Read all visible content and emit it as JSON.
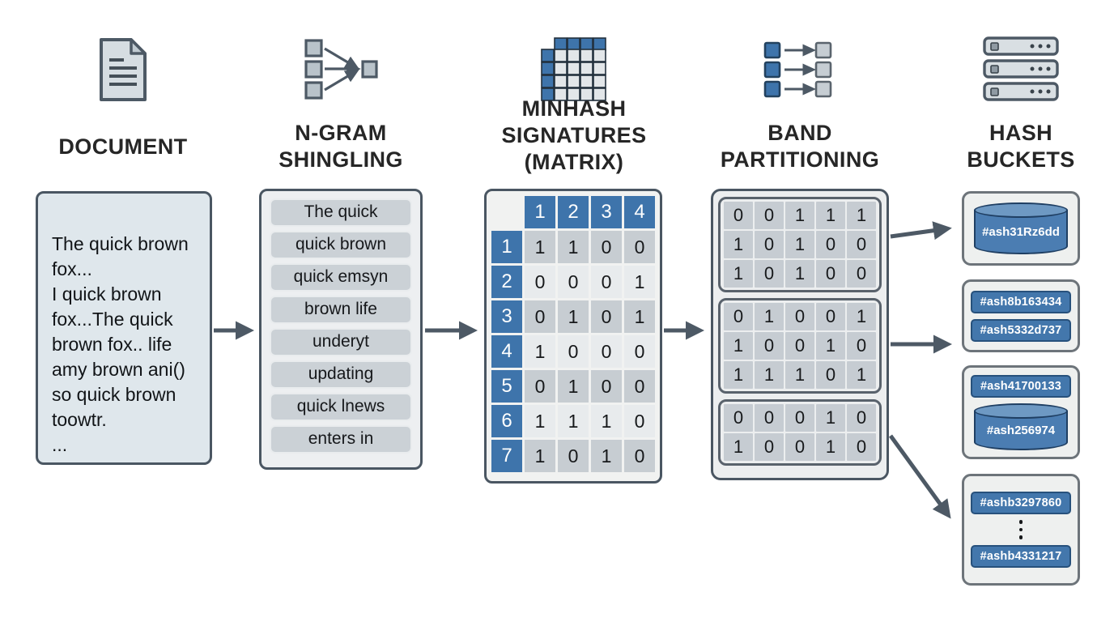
{
  "colors": {
    "accent_blue": "#3e74ab",
    "chip_blue": "#4377ac",
    "chip_border": "#27517c",
    "cylinder_blue": "#4b7db2",
    "cylinder_top": "#6e99c3",
    "cylinder_border": "#1f3f63",
    "arrow": "#4d5965",
    "border_dark": "#4a5662",
    "cell_gray": "#c7cdd2",
    "cell_light": "#e8ebed",
    "band_cell": "#c6ccd2",
    "panel_light": "#edeff1",
    "doc_panel": "#dfe7ec",
    "bucket_panel": "#eef0ef",
    "bucket_border": "#6d747a",
    "pill_gray": "#cbd1d6",
    "title_text": "#262626"
  },
  "stages": [
    {
      "title": "DOCUMENT",
      "icon": "document-icon"
    },
    {
      "title": "N-GRAM\nSHINGLING",
      "icon": "merge-arrows-icon"
    },
    {
      "title": "MINHASH\nSIGNATURES\n(MATRIX)",
      "icon": "matrix-grid-icon"
    },
    {
      "title": "BAND\nPARTITIONING",
      "icon": "band-split-icon"
    },
    {
      "title": "HASH\nBUCKETS",
      "icon": "server-stack-icon"
    }
  ],
  "document": {
    "text": "The quick brown\nfox...\nI quick brown\nfox...The quick\nbrown fox.. life\namy brown ani()\nso quick brown\ntoowtr.\n..."
  },
  "shingles": [
    "The quick",
    "quick brown",
    "quick emsyn",
    "brown life",
    "underyt",
    "updating",
    "quick lnews",
    "enters in"
  ],
  "matrix": {
    "col_headers": [
      "1",
      "2",
      "3",
      "4"
    ],
    "row_headers": [
      "1",
      "2",
      "3",
      "4",
      "5",
      "6",
      "7"
    ],
    "rows": [
      [
        1,
        1,
        0,
        0
      ],
      [
        0,
        0,
        0,
        1
      ],
      [
        0,
        1,
        0,
        1
      ],
      [
        1,
        0,
        0,
        0
      ],
      [
        0,
        1,
        0,
        0
      ],
      [
        1,
        1,
        1,
        0
      ],
      [
        1,
        0,
        1,
        0
      ]
    ]
  },
  "bands": [
    [
      [
        0,
        0,
        1,
        1,
        1
      ],
      [
        1,
        0,
        1,
        0,
        0
      ],
      [
        1,
        0,
        1,
        0,
        0
      ]
    ],
    [
      [
        0,
        1,
        0,
        0,
        1
      ],
      [
        1,
        0,
        0,
        1,
        0
      ],
      [
        1,
        1,
        1,
        0,
        1
      ]
    ],
    [
      [
        0,
        0,
        0,
        1,
        0
      ],
      [
        1,
        0,
        0,
        1,
        0
      ]
    ]
  ],
  "buckets": [
    {
      "items": [
        {
          "type": "cylinder",
          "label": "#ash31Rz6dd"
        }
      ]
    },
    {
      "items": [
        {
          "type": "chip",
          "label": "#ash8b163434"
        },
        {
          "type": "chip",
          "label": "#ash5332d737"
        }
      ]
    },
    {
      "items": [
        {
          "type": "chip",
          "label": "#ash41700133"
        },
        {
          "type": "cylinder",
          "label": "#ash256974"
        }
      ]
    },
    {
      "items": [
        {
          "type": "chip",
          "label": "#ashb3297860"
        },
        {
          "type": "dots"
        },
        {
          "type": "chip",
          "label": "#ashb4331217"
        }
      ]
    }
  ]
}
